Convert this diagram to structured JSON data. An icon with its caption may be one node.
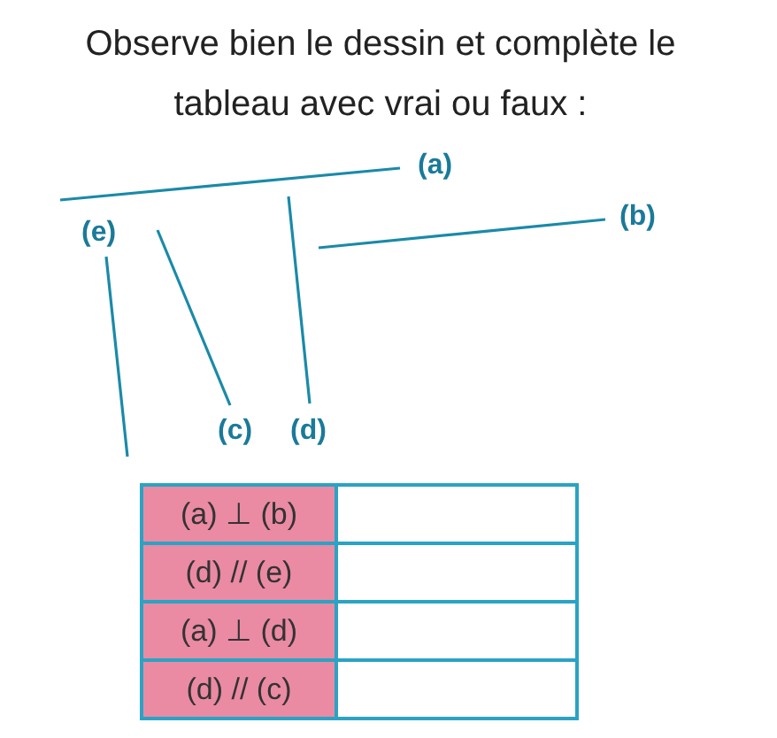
{
  "diagram": {
    "title": "Observe bien le dessin et complète le tableau avec vrai ou faux :",
    "labels": [
      "(a)",
      "(b)",
      "(e)",
      "(c)",
      "(d)",
      "(a) ⊥ (b)",
      "(d) // (e)",
      "(a) ⊥ (d)",
      "(d) // (c)"
    ]
  }
}
